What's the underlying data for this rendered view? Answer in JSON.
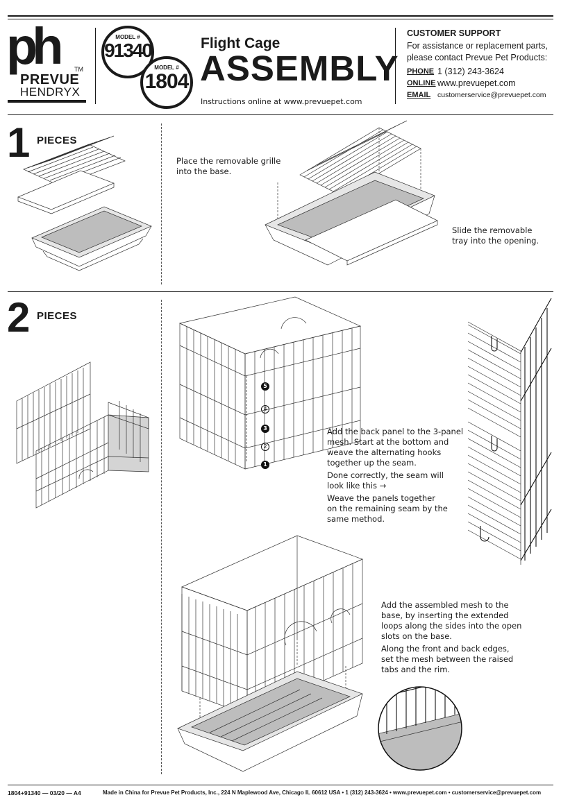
{
  "header": {
    "logo_mark": "ph",
    "logo_tm": "TM",
    "logo_line1": "PREVUE",
    "logo_line2": "HENDRYX",
    "model_label_1": "MODEL #",
    "model_number_1": "91340",
    "model_label_2": "MODEL #",
    "model_number_2": "1804",
    "product_name": "Flight Cage",
    "title": "ASSEMBLY",
    "instructions_online": "Instructions online at www.prevuepet.com"
  },
  "support": {
    "heading": "CUSTOMER SUPPORT",
    "intro_line1": "For assistance or replacement parts,",
    "intro_line2": "please contact Prevue Pet Products:",
    "phone_label": "PHONE",
    "phone_value": "1 (312) 243-3624",
    "online_label": "ONLINE",
    "online_value": "www.prevuepet.com",
    "email_label": "EMAIL",
    "email_value": "customerservice@prevuepet.com"
  },
  "step1": {
    "number": "1",
    "label": "PIECES",
    "grille_text_1": "Place the removable grille",
    "grille_text_2": "into the base.",
    "tray_text_1": "Slide the removable",
    "tray_text_2": "tray into the opening."
  },
  "step2": {
    "number": "2",
    "label": "PIECES",
    "seam_markers": [
      "5",
      "4",
      "3",
      "2",
      "1"
    ],
    "weave_text": [
      "Add the back panel to the 3-panel",
      "mesh. Start at the bottom and",
      "weave the alternating hooks",
      "together up the seam."
    ],
    "done_text": [
      "Done correctly, the seam will",
      "look like this →"
    ],
    "remaining_text": [
      "Weave the panels together",
      "on the remaining seam by the",
      "same method."
    ],
    "attach_text": [
      "Add the assembled mesh to the",
      "base, by inserting the extended",
      "loops along the sides into the open",
      "slots on the base."
    ],
    "tabs_text": [
      "Along the front and back edges,",
      "set the mesh between the raised",
      "tabs and the rim."
    ]
  },
  "footer": {
    "code": "1804+91340 — 03/20 — A4",
    "made_in": "Made in China for Prevue Pet Products, Inc., 224 N Maplewood Ave, Chicago IL  60612  USA • 1 (312) 243-3624 • www.prevuepet.com • customerservice@prevuepet.com"
  }
}
